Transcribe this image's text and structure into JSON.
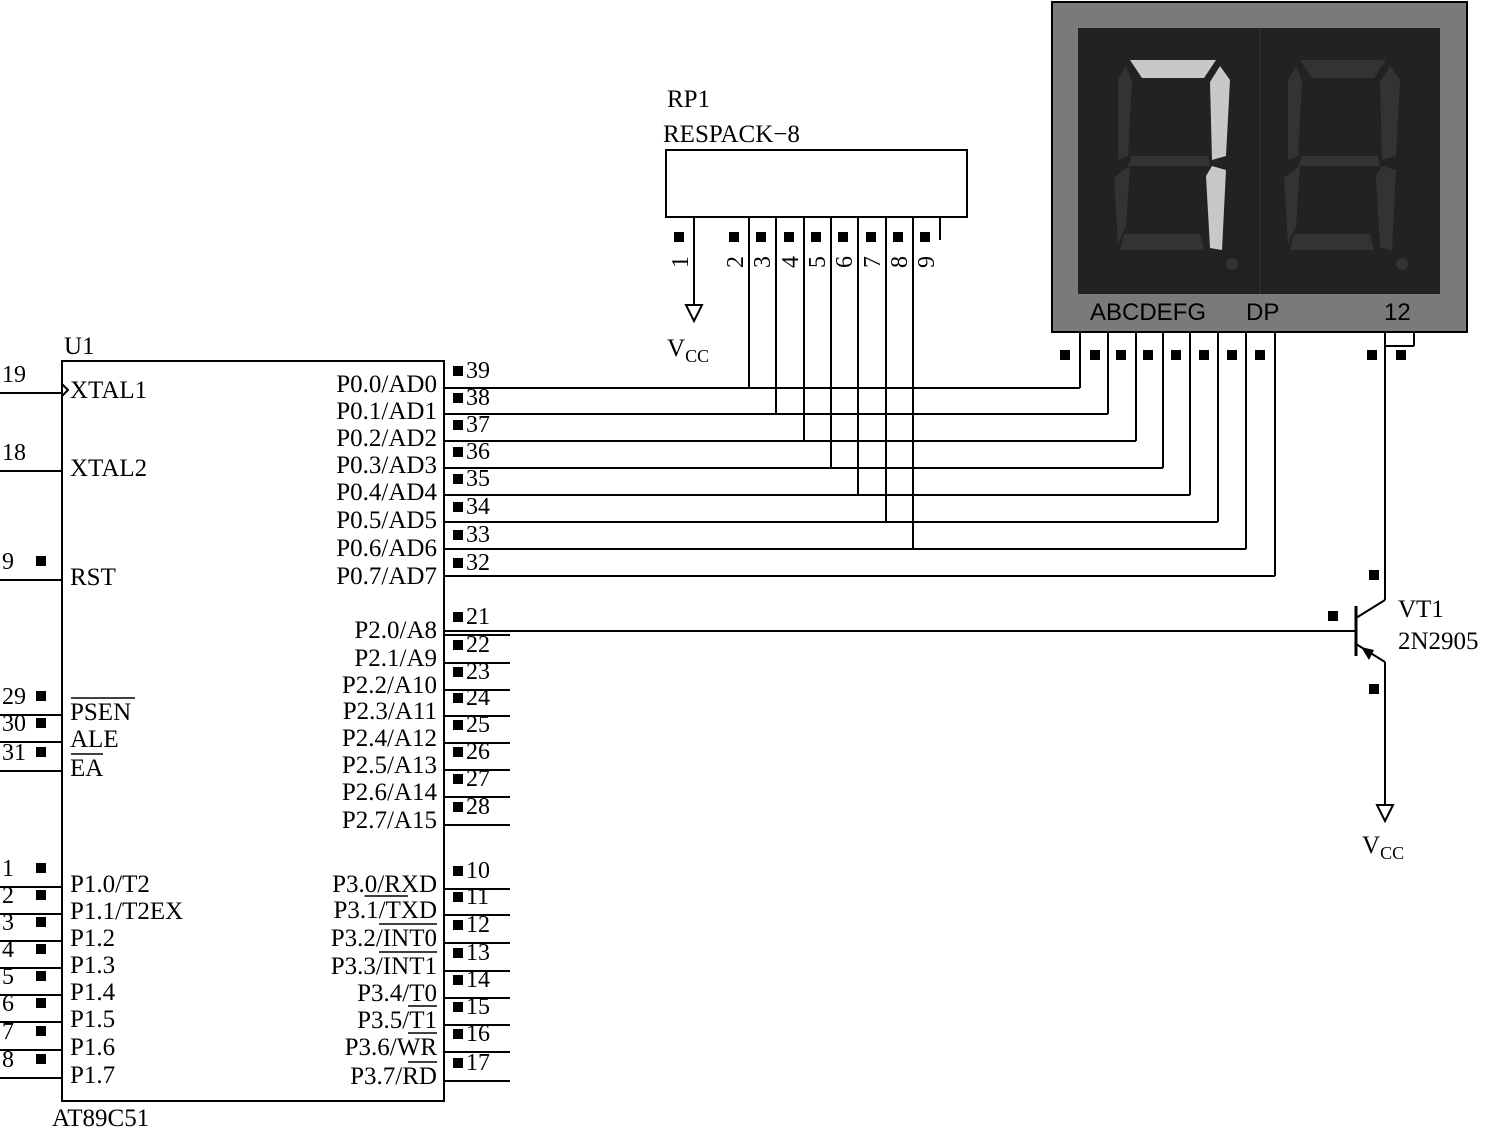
{
  "mcu": {
    "ref": "U1",
    "part": "AT89C51",
    "left_pins": [
      {
        "num": "19",
        "name": "XTAL1"
      },
      {
        "num": "18",
        "name": "XTAL2"
      },
      {
        "num": "9",
        "name": "RST"
      },
      {
        "num": "29",
        "name": "PSEN"
      },
      {
        "num": "30",
        "name": "ALE"
      },
      {
        "num": "31",
        "name": "EA"
      },
      {
        "num": "1",
        "name": "P1.0/T2"
      },
      {
        "num": "2",
        "name": "P1.1/T2EX"
      },
      {
        "num": "3",
        "name": "P1.2"
      },
      {
        "num": "4",
        "name": "P1.3"
      },
      {
        "num": "5",
        "name": "P1.4"
      },
      {
        "num": "6",
        "name": "P1.5"
      },
      {
        "num": "7",
        "name": "P1.6"
      },
      {
        "num": "8",
        "name": "P1.7"
      }
    ],
    "right_pins": [
      {
        "num": "39",
        "name": "P0.0/AD0"
      },
      {
        "num": "38",
        "name": "P0.1/AD1"
      },
      {
        "num": "37",
        "name": "P0.2/AD2"
      },
      {
        "num": "36",
        "name": "P0.3/AD3"
      },
      {
        "num": "35",
        "name": "P0.4/AD4"
      },
      {
        "num": "34",
        "name": "P0.5/AD5"
      },
      {
        "num": "33",
        "name": "P0.6/AD6"
      },
      {
        "num": "32",
        "name": "P0.7/AD7"
      },
      {
        "num": "21",
        "name": "P2.0/A8"
      },
      {
        "num": "22",
        "name": "P2.1/A9"
      },
      {
        "num": "23",
        "name": "P2.2/A10"
      },
      {
        "num": "24",
        "name": "P2.3/A11"
      },
      {
        "num": "25",
        "name": "P2.4/A12"
      },
      {
        "num": "26",
        "name": "P2.5/A13"
      },
      {
        "num": "27",
        "name": "P2.6/A14"
      },
      {
        "num": "28",
        "name": "P2.7/A15"
      },
      {
        "num": "10",
        "name": "P3.0/RXD"
      },
      {
        "num": "11",
        "name": "P3.1/TXD"
      },
      {
        "num": "12",
        "name": "P3.2/INT0"
      },
      {
        "num": "13",
        "name": "P3.3/INT1"
      },
      {
        "num": "14",
        "name": "P3.4/T0"
      },
      {
        "num": "15",
        "name": "P3.5/T1"
      },
      {
        "num": "16",
        "name": "P3.6/WR"
      },
      {
        "num": "17",
        "name": "P3.7/RD"
      }
    ]
  },
  "resistor_pack": {
    "ref": "RP1",
    "part": "RESPACK−8",
    "pins": [
      "1",
      "2",
      "3",
      "4",
      "5",
      "6",
      "7",
      "8",
      "9"
    ]
  },
  "display": {
    "segment_label": "ABCDEFG",
    "dp_label": "DP",
    "common_label": "12",
    "digits": [
      {
        "shown": "7",
        "lit_segments": [
          "A",
          "B",
          "C"
        ],
        "dp_lit": false
      },
      {
        "shown": "",
        "lit_segments": [],
        "dp_lit": false
      }
    ],
    "lit_color": "#c8c8c8",
    "unlit_color": "#333333",
    "panel_color": "#222222",
    "bezel_color": "#7a7a7a"
  },
  "transistor": {
    "ref": "VT1",
    "part": "2N2905"
  },
  "power": {
    "label_main": "V",
    "label_sub": "CC"
  }
}
